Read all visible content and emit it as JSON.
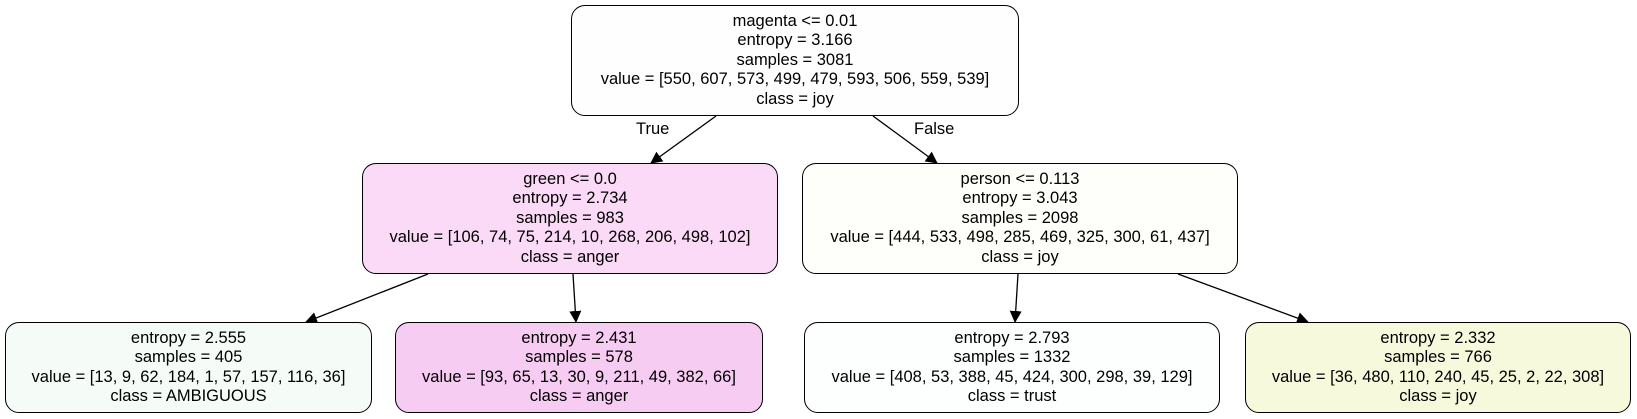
{
  "tree": {
    "nodes": [
      {
        "id": "root",
        "fill": "#fffefe",
        "lines": [
          "magenta <= 0.01",
          "entropy = 3.166",
          "samples = 3081",
          "value = [550, 607, 573, 499, 479, 593, 506, 559, 539]",
          "class = joy"
        ]
      },
      {
        "id": "left",
        "fill": "#fadaf6",
        "lines": [
          "green <= 0.0",
          "entropy = 2.734",
          "samples = 983",
          "value = [106, 74, 75, 214, 10, 268, 206, 498, 102]",
          "class = anger"
        ]
      },
      {
        "id": "right",
        "fill": "#fefefb",
        "lines": [
          "person <= 0.113",
          "entropy = 3.043",
          "samples = 2098",
          "value = [444, 533, 498, 285, 469, 325, 300, 61, 437]",
          "class = joy"
        ]
      },
      {
        "id": "ll",
        "fill": "#f5fcf7",
        "lines": [
          "entropy = 2.555",
          "samples = 405",
          "value = [13, 9, 62, 184, 1, 57, 157, 116, 36]",
          "class = AMBIGUOUS"
        ]
      },
      {
        "id": "lr",
        "fill": "#f7ccf2",
        "lines": [
          "entropy = 2.431",
          "samples = 578",
          "value = [93, 65, 13, 30, 9, 211, 49, 382, 66]",
          "class = anger"
        ]
      },
      {
        "id": "rl",
        "fill": "#fdfffe",
        "lines": [
          "entropy = 2.793",
          "samples = 1332",
          "value = [408, 53, 388, 45, 424, 300, 298, 39, 129]",
          "class = trust"
        ]
      },
      {
        "id": "rr",
        "fill": "#f6f9dc",
        "lines": [
          "entropy = 2.332",
          "samples = 766",
          "value = [36, 480, 110, 240, 45, 25, 2, 22, 308]",
          "class = joy"
        ]
      }
    ],
    "edges": [
      {
        "from": "root",
        "to": "left",
        "label": "True"
      },
      {
        "from": "root",
        "to": "right",
        "label": "False"
      },
      {
        "from": "left",
        "to": "ll",
        "label": ""
      },
      {
        "from": "left",
        "to": "lr",
        "label": ""
      },
      {
        "from": "right",
        "to": "rl",
        "label": ""
      },
      {
        "from": "right",
        "to": "rr",
        "label": ""
      }
    ]
  }
}
